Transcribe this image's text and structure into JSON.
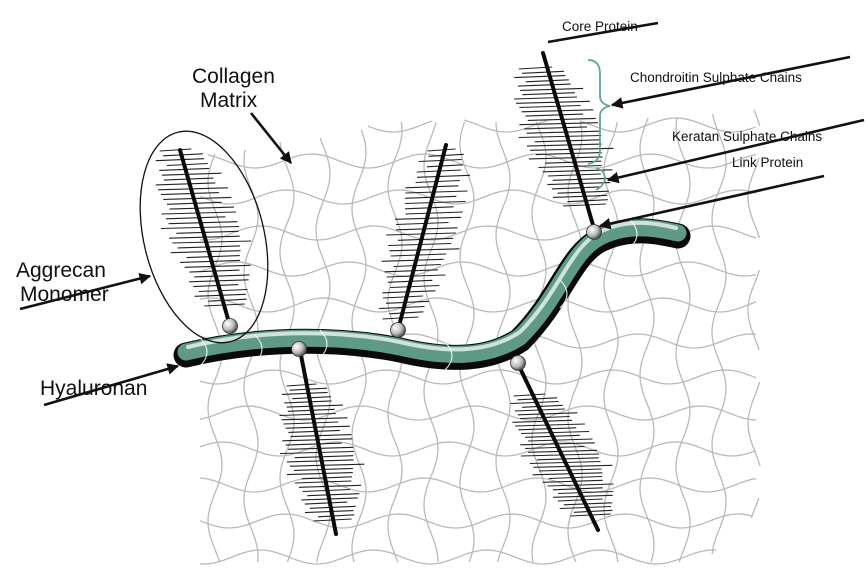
{
  "labels": {
    "collagen_line1": "Collagen",
    "collagen_line2": "Matrix",
    "aggrecan_line1": "Aggrecan",
    "aggrecan_line2": "Monomer",
    "hyaluronan": "Hyaluronan",
    "core_protein": "Core Protein",
    "chondroitin": "Chondroitin Sulphate Chains",
    "keratan": "Keratan Sulphate Chains",
    "link_protein": "Link Protein"
  },
  "colors": {
    "hyaluronan_fill": "#5f9a88",
    "hyaluronan_highlight": "#dcebe4",
    "collagen_fiber": "#b9b9b9",
    "brace": "#5fa88a",
    "ink": "#111111"
  }
}
